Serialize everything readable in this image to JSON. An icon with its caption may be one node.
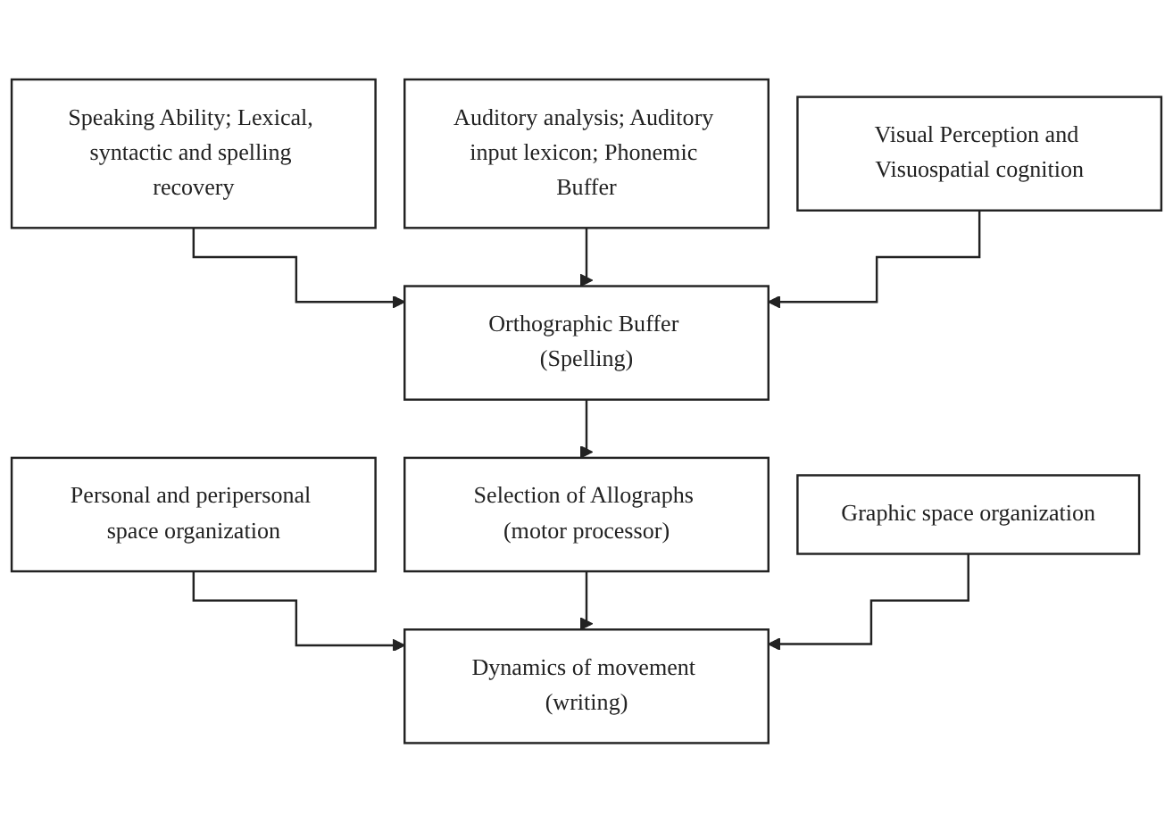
{
  "diagram": {
    "nodes": [
      {
        "text": [
          "Speaking Ability; Lexical, syntactic and spelling recovery"
        ]
      },
      {
        "text": [
          "Auditory analysis; Auditory input lexicon; Phonemic Buffer"
        ]
      },
      {
        "text": [
          "Visual Perception and Visuospatial cognition"
        ]
      },
      {
        "text": [
          "Orthographic Buffer (Spelling)"
        ]
      },
      {
        "text": [
          "Personal and peripersonal space organization"
        ]
      },
      {
        "text": [
          "Selection of Allographs (motor processor)"
        ]
      },
      {
        "text": [
          "Graphic space organization"
        ]
      },
      {
        "text": [
          "Dynamics of movement (writing)"
        ]
      }
    ],
    "edges": [
      {
        "from": 0,
        "to": 3,
        "arrow": "to"
      },
      {
        "from": 1,
        "to": 3,
        "arrow": "to"
      },
      {
        "from": 2,
        "to": 3,
        "arrow": "to"
      },
      {
        "from": 3,
        "to": 5,
        "arrow": "to"
      },
      {
        "from": 4,
        "to": 7,
        "arrow": "to"
      },
      {
        "from": 5,
        "to": 7,
        "arrow": "to"
      },
      {
        "from": 6,
        "to": 7,
        "arrow": "to"
      }
    ]
  }
}
